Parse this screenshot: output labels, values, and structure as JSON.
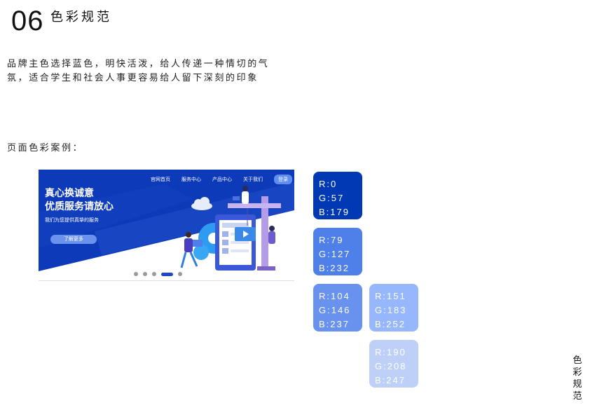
{
  "header": {
    "number": "06",
    "title": "色彩规范"
  },
  "description": "品牌主色选择蓝色，明快活泼，给人传递一种情切的气氛，适合学生和社会人事更容易给人留下深刻的印象",
  "example_label": "页面色彩案例：",
  "mockup": {
    "nav": [
      "官网首页",
      "服务中心",
      "产品中心",
      "关于我们"
    ],
    "login_label": "登录",
    "headline_line1": "真心换诚意",
    "headline_line2": "优质服务请放心",
    "subline": "我们为您提供真挚的服务",
    "cta_label": "了解更多",
    "carousel_active_index": 3,
    "carousel_count": 5,
    "colors": {
      "primary": "#0039b3",
      "accent": "#4f7fe8",
      "light": "#97b7fc"
    }
  },
  "swatches": [
    {
      "r": "R:0",
      "g": "G:57",
      "b": "B:179",
      "color": "#0039b3"
    },
    {
      "r": "R:79",
      "g": "G:127",
      "b": "B:232",
      "color": "#4f7fe8"
    },
    {
      "r": "R:104",
      "g": "G:146",
      "b": "B:237",
      "color": "#6892ed"
    },
    {
      "r": "R:151",
      "g": "G:183",
      "b": "B:252",
      "color": "#97b7fc"
    },
    {
      "r": "R:190",
      "g": "G:208",
      "b": "B:247",
      "color": "#bed0f7"
    }
  ],
  "side_label": [
    "色",
    "彩",
    "规",
    "范"
  ]
}
